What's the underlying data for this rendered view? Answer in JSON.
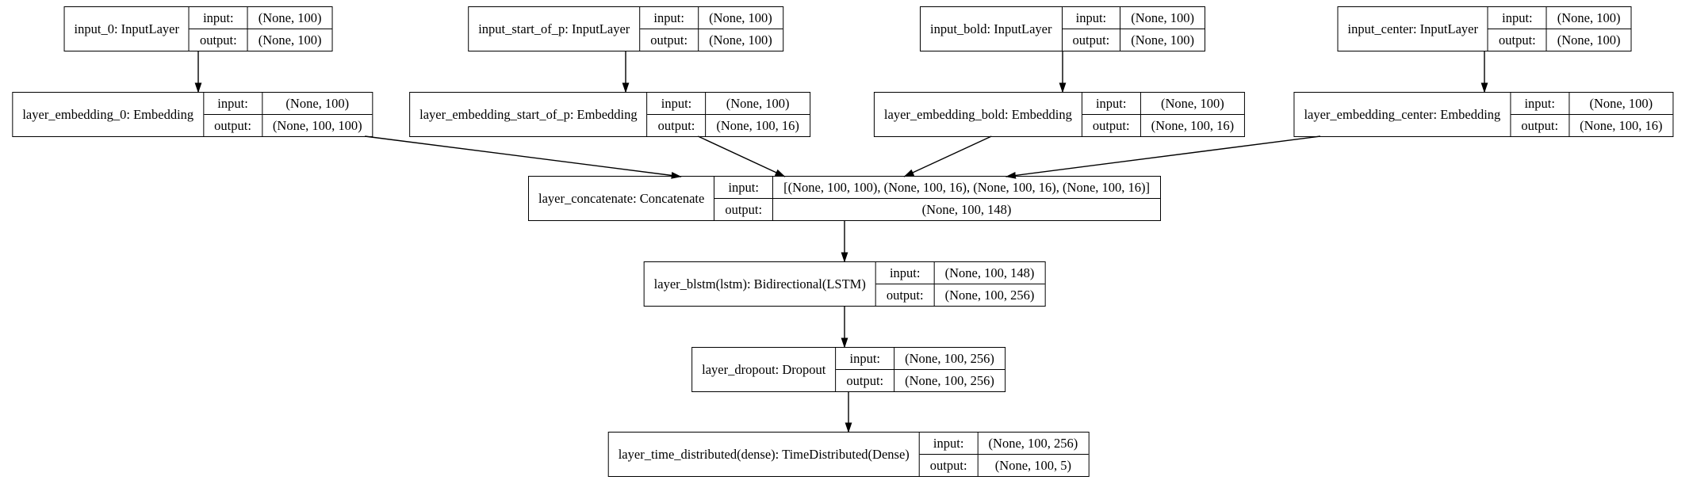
{
  "diagram": {
    "kind": "keras-model-architecture-graph",
    "colors": {
      "background": "#ffffff",
      "line": "#000000",
      "text": "#000000",
      "node_fill": "#ffffff"
    },
    "io_key_labels": {
      "input": "input:",
      "output": "output:"
    },
    "nodes": [
      {
        "id": "input_0",
        "label": "input_0: InputLayer",
        "input": "(None, 100)",
        "output": "(None, 100)"
      },
      {
        "id": "input_start_of_p",
        "label": "input_start_of_p: InputLayer",
        "input": "(None, 100)",
        "output": "(None, 100)"
      },
      {
        "id": "input_bold",
        "label": "input_bold: InputLayer",
        "input": "(None, 100)",
        "output": "(None, 100)"
      },
      {
        "id": "input_center",
        "label": "input_center: InputLayer",
        "input": "(None, 100)",
        "output": "(None, 100)"
      },
      {
        "id": "layer_embedding_0",
        "label": "layer_embedding_0: Embedding",
        "input": "(None, 100)",
        "output": "(None, 100, 100)"
      },
      {
        "id": "layer_embedding_start_of_p",
        "label": "layer_embedding_start_of_p: Embedding",
        "input": "(None, 100)",
        "output": "(None, 100, 16)"
      },
      {
        "id": "layer_embedding_bold",
        "label": "layer_embedding_bold: Embedding",
        "input": "(None, 100)",
        "output": "(None, 100, 16)"
      },
      {
        "id": "layer_embedding_center",
        "label": "layer_embedding_center: Embedding",
        "input": "(None, 100)",
        "output": "(None, 100, 16)"
      },
      {
        "id": "layer_concatenate",
        "label": "layer_concatenate: Concatenate",
        "input": "[(None, 100, 100), (None, 100, 16), (None, 100, 16), (None, 100, 16)]",
        "output": "(None, 100, 148)"
      },
      {
        "id": "layer_blstm",
        "label": "layer_blstm(lstm): Bidirectional(LSTM)",
        "input": "(None, 100, 148)",
        "output": "(None, 100, 256)"
      },
      {
        "id": "layer_dropout",
        "label": "layer_dropout: Dropout",
        "input": "(None, 100, 256)",
        "output": "(None, 100, 256)"
      },
      {
        "id": "layer_time_distributed",
        "label": "layer_time_distributed(dense): TimeDistributed(Dense)",
        "input": "(None, 100, 256)",
        "output": "(None, 100, 5)"
      }
    ],
    "edges": [
      {
        "from": "input_0",
        "to": "layer_embedding_0"
      },
      {
        "from": "input_start_of_p",
        "to": "layer_embedding_start_of_p"
      },
      {
        "from": "input_bold",
        "to": "layer_embedding_bold"
      },
      {
        "from": "input_center",
        "to": "layer_embedding_center"
      },
      {
        "from": "layer_embedding_0",
        "to": "layer_concatenate",
        "sx": 0.977,
        "tx": 0.242
      },
      {
        "from": "layer_embedding_start_of_p",
        "to": "layer_concatenate",
        "sx": 0.72,
        "tx": 0.406
      },
      {
        "from": "layer_embedding_bold",
        "to": "layer_concatenate",
        "sx": 0.317,
        "tx": 0.594
      },
      {
        "from": "layer_embedding_center",
        "to": "layer_concatenate",
        "sx": 0.07,
        "tx": 0.755
      },
      {
        "from": "layer_concatenate",
        "to": "layer_blstm"
      },
      {
        "from": "layer_blstm",
        "to": "layer_dropout"
      },
      {
        "from": "layer_dropout",
        "to": "layer_time_distributed"
      }
    ]
  }
}
